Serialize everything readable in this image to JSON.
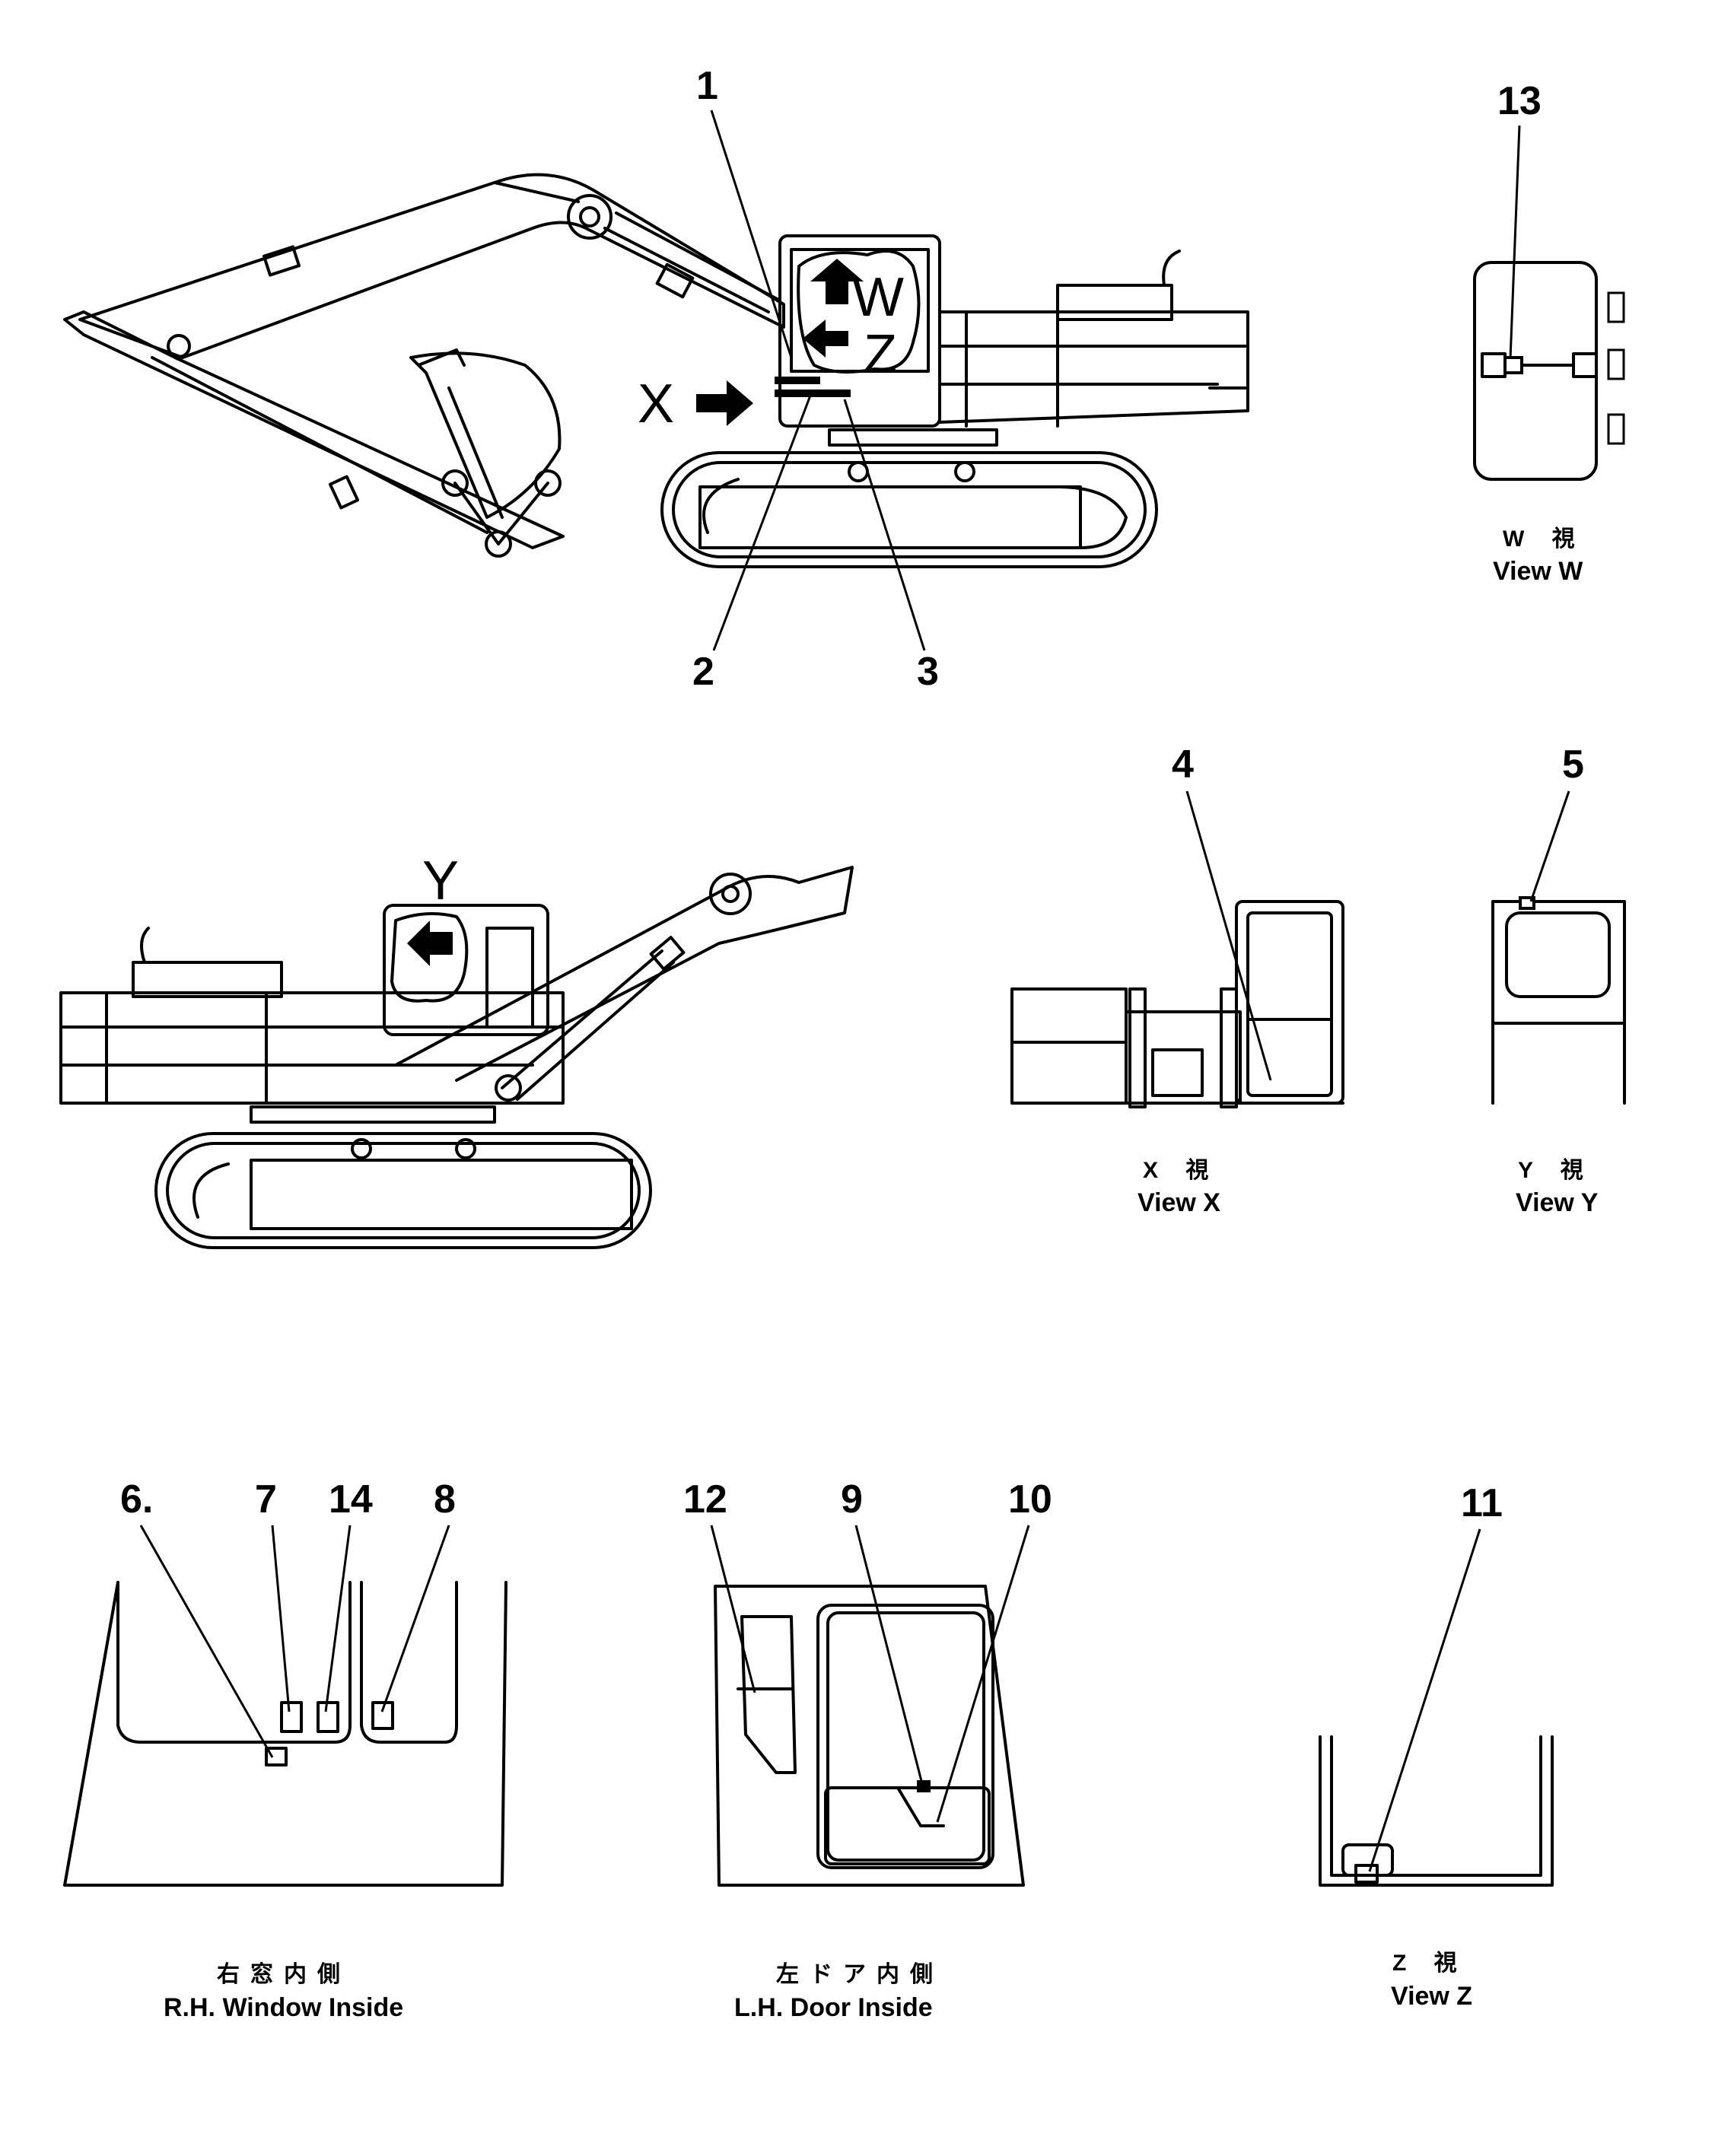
{
  "callouts": {
    "c1": "1",
    "c2": "2",
    "c3": "3",
    "c4": "4",
    "c5": "5",
    "c6": "6.",
    "c7": "7",
    "c8": "8",
    "c9": "9",
    "c10": "10",
    "c11": "11",
    "c12": "12",
    "c13": "13",
    "c14": "14"
  },
  "view_letters": {
    "W": "W",
    "Z": "Z",
    "X": "X",
    "Y": "Y"
  },
  "captions": {
    "view_w": {
      "jp": "W 視",
      "en": "View W"
    },
    "view_x": {
      "jp": "X 視",
      "en": "View X"
    },
    "view_y": {
      "jp": "Y 視",
      "en": "View Y"
    },
    "rh_window": {
      "jp": "右窓内側",
      "en": "R.H. Window Inside"
    },
    "lh_door": {
      "jp": "左ドア内側",
      "en": "L.H. Door Inside"
    },
    "view_z": {
      "jp": "Z 視",
      "en": "View Z"
    }
  }
}
